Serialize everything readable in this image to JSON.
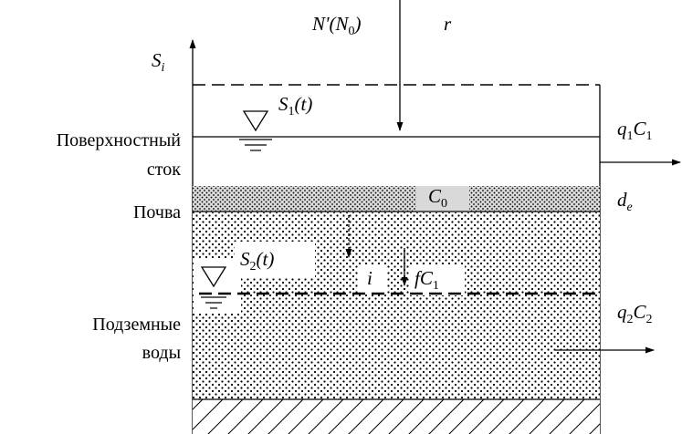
{
  "diagram": {
    "axis_label": {
      "main": "S",
      "sub": "i"
    },
    "inflow_label": {
      "main": "N'(N",
      "sub": "0",
      "tail": ")"
    },
    "rain_label": "r",
    "surface_level_label": {
      "main": "S",
      "sub": "1",
      "tail": "(t)"
    },
    "ground_level_label": {
      "main": "S",
      "sub": "2",
      "tail": "(t)"
    },
    "surface_runoff_label": {
      "line1": "Поверхностный",
      "line2": "сток"
    },
    "soil_label": "Почва",
    "groundwater_label": {
      "line1": "Подземные",
      "line2": "воды"
    },
    "surface_outflow": {
      "a": "q",
      "a_sub": "1",
      "b": "C",
      "b_sub": "1"
    },
    "ground_outflow": {
      "a": "q",
      "a_sub": "2",
      "b": "C",
      "b_sub": "2"
    },
    "soil_concentration": {
      "main": "C",
      "sub": "0"
    },
    "soil_depth": {
      "main": "d",
      "sub": "e"
    },
    "infiltration_label": "i",
    "leaching_label": {
      "main": "fC",
      "sub": "1"
    }
  }
}
